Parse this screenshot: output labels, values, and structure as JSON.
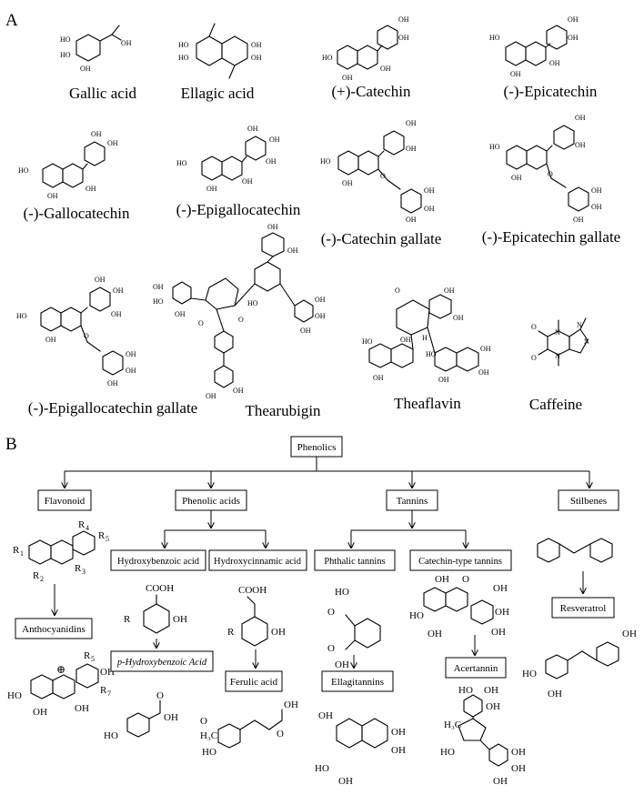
{
  "panels": {
    "a": "A",
    "b": "B"
  },
  "panel_a": {
    "compounds": [
      "Gallic acid",
      "Ellagic acid",
      "(+)-Catechin",
      "(-)-Epicatechin",
      "(-)-Gallocatechin",
      "(-)-Epigallocatechin",
      "(-)-Catechin gallate",
      "(-)-Epicatechin gallate",
      "(-)-Epigallocatechin gallate",
      "Thearubigin",
      "Theaflavin",
      "Caffeine"
    ],
    "atom_labels": {
      "oh": "OH",
      "ho": "HO",
      "o": "O",
      "n": "N",
      "h": "H"
    }
  },
  "panel_b": {
    "root": "Phenolics",
    "classes": [
      "Flavonoid",
      "Phenolic acids",
      "Tannins",
      "Stilbenes"
    ],
    "flavonoid": {
      "sub": "Anthocyanidins",
      "r_labels": [
        "R",
        "R",
        "R",
        "R",
        "R",
        "R",
        "R"
      ],
      "r_subscripts": [
        "1",
        "2",
        "3",
        "4",
        "5",
        "5",
        "7"
      ],
      "plus": "⊕"
    },
    "phenolic_acids": {
      "subclasses": [
        "Hydroxybenzoic acid",
        "Hydroxycinnamic acid"
      ],
      "examples": [
        "p-Hydroxybenzoic Acid",
        "Ferulic acid"
      ],
      "groups": {
        "cooh": "COOH",
        "oh": "OH",
        "r": "R",
        "methoxy": "H₃C",
        "o": "O",
        "ho": "HO"
      }
    },
    "tannins": {
      "subclasses": [
        "Phthalic tannins",
        "Catechin-type tannins"
      ],
      "examples": [
        "Ellagitannins",
        "Acertannin"
      ]
    },
    "stilbenes": {
      "example": "Resveratrol"
    }
  }
}
